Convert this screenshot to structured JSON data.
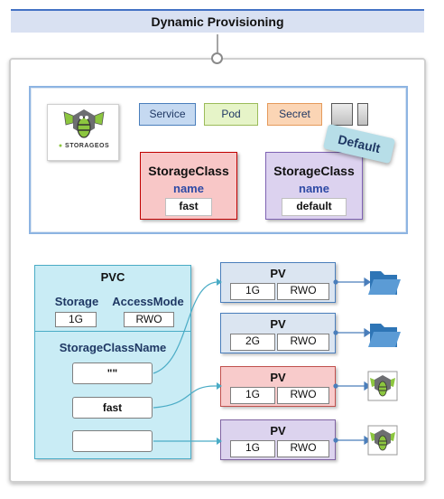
{
  "title": "Dynamic Provisioning",
  "logo": {
    "text": "STORAGEOS",
    "icon": "storageos-bee-icon"
  },
  "resources": [
    {
      "label": "Service",
      "color": "#c5d9f1"
    },
    {
      "label": "Pod",
      "color": "#e6f4c8"
    },
    {
      "label": "Secret",
      "color": "#fbd5b5"
    }
  ],
  "default_badge": "Default",
  "storage_classes": [
    {
      "title": "StorageClass",
      "name_label": "name",
      "value": "fast",
      "color": "#f8c7c7"
    },
    {
      "title": "StorageClass",
      "name_label": "name",
      "value": "default",
      "color": "#dcd2ef"
    }
  ],
  "pvc": {
    "title": "PVC",
    "storage_label": "Storage",
    "storage_value": "1G",
    "access_label": "AccessMode",
    "access_value": "RWO",
    "scn_label": "StorageClassName",
    "scn_values": [
      "\"\"",
      "fast",
      ""
    ]
  },
  "pvs": [
    {
      "title": "PV",
      "size": "1G",
      "mode": "RWO",
      "color": "#dbe5f1",
      "icon": "folder-icon"
    },
    {
      "title": "PV",
      "size": "2G",
      "mode": "RWO",
      "color": "#dbe5f1",
      "icon": "folder-icon"
    },
    {
      "title": "PV",
      "size": "1G",
      "mode": "RWO",
      "color": "#f8cbcb",
      "icon": "storageos-bee-icon"
    },
    {
      "title": "PV",
      "size": "1G",
      "mode": "RWO",
      "color": "#dcd3ee",
      "icon": "storageos-bee-icon"
    }
  ]
}
